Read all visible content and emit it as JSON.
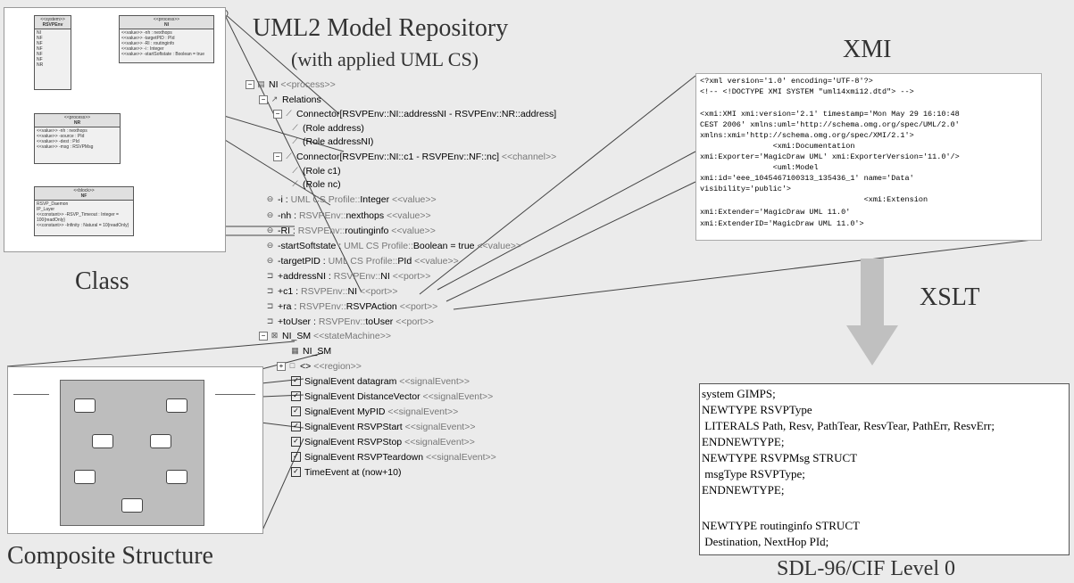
{
  "titles": {
    "repository_title": "UML2 Model Repository",
    "repository_subtitle": "(with applied UML CS)",
    "xmi": "XMI",
    "xslt": "XSLT",
    "class": "Class",
    "composite": "Composite Structure",
    "sdl": "SDL-96/CIF Level 0"
  },
  "class_diagram": {
    "rsvpenv": {
      "stereo": "<<system>>",
      "name": "RSVPEnv",
      "items": [
        "NI",
        "NF",
        "NF",
        "NF",
        "NF",
        "NF",
        "NR"
      ]
    },
    "ni": {
      "stereo": "<<process>>",
      "name": "NI",
      "items": [
        "<<value>> -nh : nexthops",
        "<<value>> -targetPID : PId",
        "<<value>> -RI : routinginfo",
        "<<value>> -i : Integer",
        "<<value>> -startSoftstate : Boolean = true"
      ]
    },
    "nr": {
      "stereo": "<<process>>",
      "name": "NR",
      "items": [
        "<<value>> -nh : nexthops",
        "<<value>> -source : PId",
        "<<value>> -dest : PId",
        "<<value>> -msg : RSVPMsg"
      ]
    },
    "nf": {
      "stereo": "<<block>>",
      "name": "NF",
      "items": [
        "RSVP_Daemon",
        "IP_Layer",
        "<<constant>> -RSVP_Timeout : Integer = 100{readOnly}",
        "<<constant>> -Infinity : Natural = 10{readOnly}"
      ]
    }
  },
  "tree": {
    "root": {
      "name": "NI",
      "stereo": "<<process>>"
    },
    "relations": "Relations",
    "connector1": {
      "text": "Connector[RSVPEnv::NI::addressNI - RSVPEnv::NR::address]"
    },
    "role1": "(Role address)",
    "role2": "(Role addressNI)",
    "connector2": {
      "text": "Connector[RSVPEnv::NI::c1 - RSVPEnv::NF::nc]",
      "stereo": "<<channel>>"
    },
    "role3": "(Role c1)",
    "role4": "(Role nc)",
    "attrs": [
      {
        "name": "-i :",
        "type": "UML CS Profile::",
        "type2": "Integer",
        "stereo": "<<value>>"
      },
      {
        "name": "-nh :",
        "type": "RSVPEnv::",
        "type2": "nexthops",
        "stereo": "<<value>>"
      },
      {
        "name": "-RI :",
        "type": "RSVPEnv::",
        "type2": "routinginfo",
        "stereo": "<<value>>"
      },
      {
        "name": "-startSoftstate :",
        "type": "UML CS Profile::",
        "type2": "Boolean = true",
        "stereo": "<<value>>"
      },
      {
        "name": "-targetPID :",
        "type": "UML CS Profile::",
        "type2": "PId",
        "stereo": "<<value>>"
      }
    ],
    "ports": [
      {
        "name": "+addressNI :",
        "type": "RSVPEnv::",
        "type2": "NI",
        "stereo": "<<port>>"
      },
      {
        "name": "+c1 :",
        "type": "RSVPEnv::",
        "type2": "NI",
        "stereo": "<<port>>"
      },
      {
        "name": "+ra :",
        "type": "RSVPEnv::",
        "type2": "RSVPAction",
        "stereo": "<<port>>"
      },
      {
        "name": "+toUser :",
        "type": "RSVPEnv::",
        "type2": "toUser",
        "stereo": "<<port>>"
      }
    ],
    "statemachine": {
      "name": "NI_SM",
      "stereo": "<<stateMachine>>"
    },
    "sm_child": "NI_SM",
    "region": {
      "name": "<>",
      "stereo": "<<region>>"
    },
    "events": [
      {
        "name": "SignalEvent datagram",
        "stereo": "<<signalEvent>>"
      },
      {
        "name": "SignalEvent DistanceVector",
        "stereo": "<<signalEvent>>"
      },
      {
        "name": "SignalEvent MyPID",
        "stereo": "<<signalEvent>>"
      },
      {
        "name": "SignalEvent RSVPStart",
        "stereo": "<<signalEvent>>"
      },
      {
        "name": "SignalEvent RSVPStop",
        "stereo": "<<signalEvent>>"
      },
      {
        "name": "SignalEvent RSVPTeardown",
        "stereo": "<<signalEvent>>"
      },
      {
        "name": "TimeEvent at (now+10)",
        "stereo": ""
      }
    ]
  },
  "xmi_lines": [
    "<?xml version='1.0' encoding='UTF-8'?>",
    "<!-- <!DOCTYPE XMI SYSTEM \"uml14xmi12.dtd\"> -->",
    "",
    "<xmi:XMI xmi:version='2.1' timestamp='Mon May 29 16:10:48",
    "CEST 2006' xmlns:uml='http://schema.omg.org/spec/UML/2.0'",
    "xmlns:xmi='http://schema.omg.org/spec/XMI/2.1'>",
    "                <xmi:Documentation",
    "xmi:Exporter='MagicDraw UML' xmi:ExporterVersion='11.0'/>",
    "                <uml:Model",
    "xmi:id='eee_1045467100313_135436_1' name='Data'",
    "visibility='public'>",
    "                                    <xmi:Extension",
    "xmi:Extender='MagicDraw UML 11.0'",
    "xmi:ExtenderID='MagicDraw UML 11.0'>"
  ],
  "sdl_lines": [
    "system GIMPS;",
    "NEWTYPE RSVPType",
    " LITERALS Path, Resv, PathTear, ResvTear, PathErr, ResvErr;",
    "ENDNEWTYPE;",
    "NEWTYPE RSVPMsg STRUCT",
    " msgType RSVPType;",
    "ENDNEWTYPE;",
    "",
    "NEWTYPE routinginfo STRUCT",
    " Destination, NextHop PId;"
  ],
  "colors": {
    "background": "#ebebeb",
    "arrow": "#c0c0c0",
    "stereotype": "#777777"
  }
}
